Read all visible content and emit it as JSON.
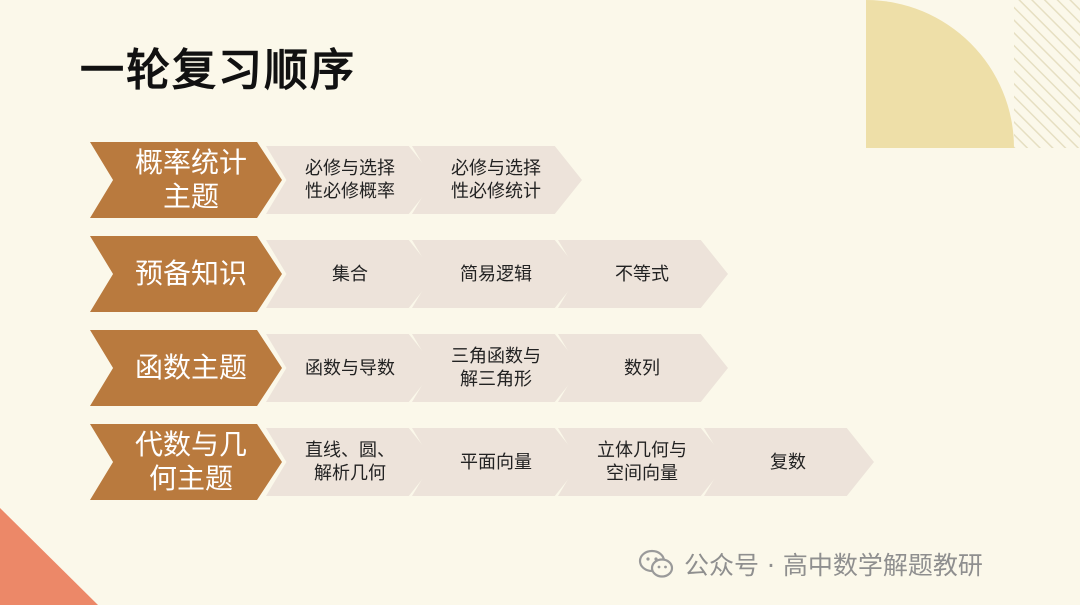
{
  "title": "一轮复习顺序",
  "colors": {
    "background": "#fbf8ea",
    "head": "#b97a3e",
    "step": "#ede3da",
    "deco_circle": "#eedfa8",
    "deco_corner": "#ec8868"
  },
  "rows": [
    {
      "head": [
        "概率统计",
        "主题"
      ],
      "steps": [
        [
          "必修与选择",
          "性必修概率"
        ],
        [
          "必修与选择",
          "性必修统计"
        ]
      ]
    },
    {
      "head": [
        "预备知识"
      ],
      "steps": [
        [
          "集合"
        ],
        [
          "简易逻辑"
        ],
        [
          "不等式"
        ]
      ]
    },
    {
      "head": [
        "函数主题"
      ],
      "steps": [
        [
          "函数与导数"
        ],
        [
          "三角函数与",
          "解三角形"
        ],
        [
          "数列"
        ]
      ]
    },
    {
      "head": [
        "代数与几",
        "何主题"
      ],
      "steps": [
        [
          "直线、圆、",
          "解析几何"
        ],
        [
          "平面向量"
        ],
        [
          "立体几何与",
          "空间向量"
        ],
        [
          "复数"
        ]
      ]
    }
  ],
  "watermark": {
    "icon": "wechat-icon",
    "text": "公众号 · 高中数学解题教研"
  }
}
